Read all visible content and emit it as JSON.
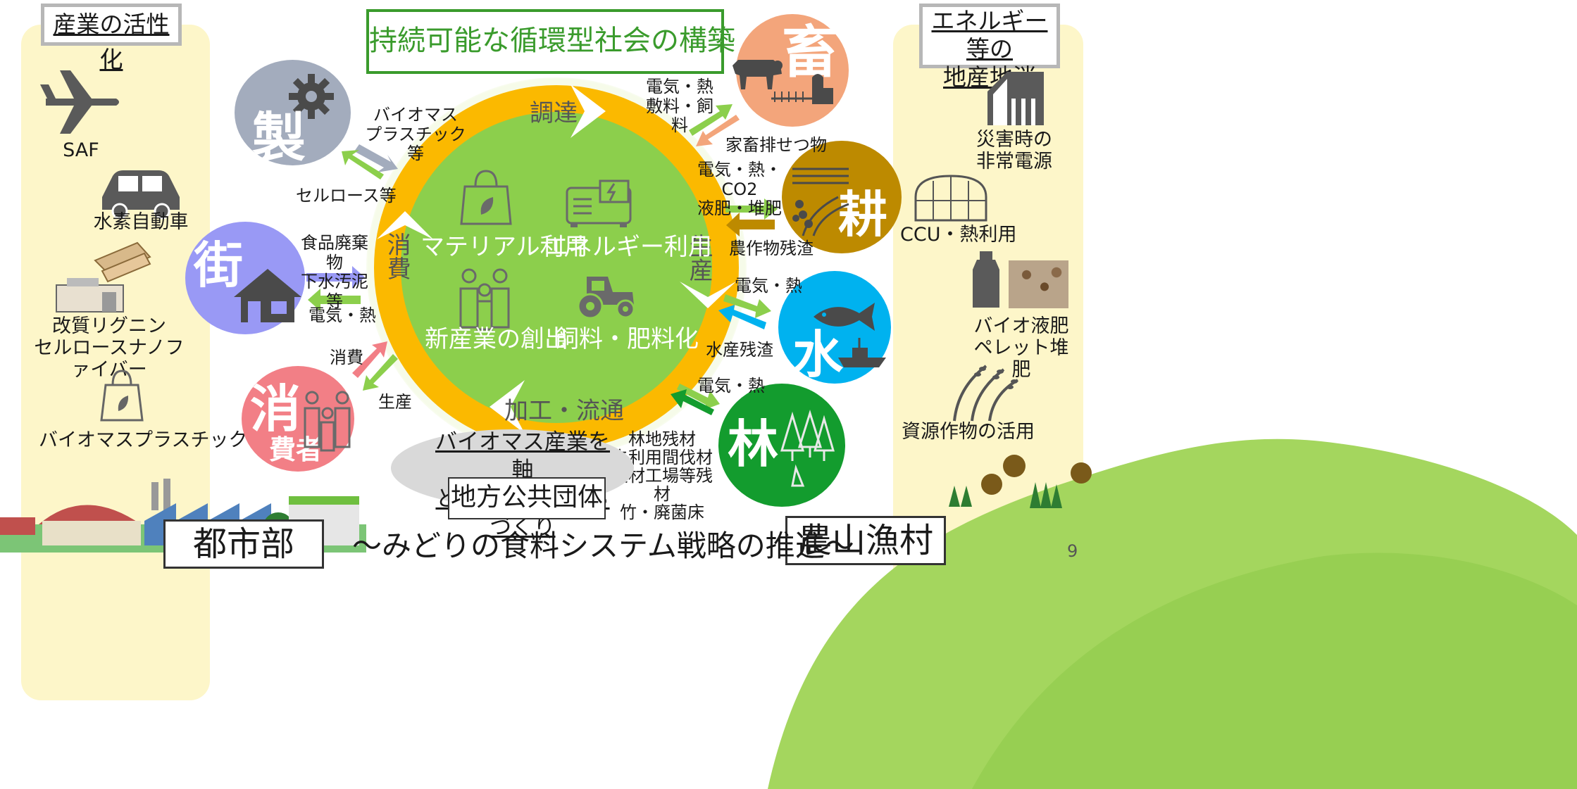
{
  "title": "持続可能な循環型社会の構築",
  "left_panel": {
    "heading": "産業の活性化",
    "items": [
      "SAF",
      "水素自動車",
      "改質リグニン\nセルロースナノファイバー",
      "バイオマスプラスチック"
    ]
  },
  "right_panel": {
    "heading": "エネルギー等の\n地産地消",
    "items": [
      "災害時の\n非常電源",
      "CCU・熱利用",
      "バイオ液肥\nペレット堆肥",
      "資源作物の活用"
    ]
  },
  "nodes": {
    "sei": {
      "kanji": "製",
      "color": "#a3acbd"
    },
    "gai": {
      "kanji": "街",
      "color": "#9999f5"
    },
    "sho": {
      "kanji": "消",
      "sub": "費者",
      "color": "#f27f86"
    },
    "chiku": {
      "kanji": "畜",
      "color": "#f3a57b"
    },
    "kou": {
      "kanji": "耕",
      "color": "#bd8a00"
    },
    "sui": {
      "kanji": "水",
      "color": "#00b2ef"
    },
    "rin": {
      "kanji": "林",
      "color": "#139c2e"
    }
  },
  "cycle": {
    "stages": [
      "調達",
      "生産",
      "加工・流通",
      "消費"
    ],
    "inner": [
      "マテリアル利用",
      "エネルギー利用",
      "新産業の創出",
      "飼料・肥料化"
    ]
  },
  "flows": {
    "sei_in": "バイオマス\nプラスチック等",
    "sei_out": "セルロース等",
    "gai_in": "食品廃棄物\n下水汚泥等",
    "gai_out": "電気・熱",
    "sho_in": "消費",
    "sho_out": "生産",
    "chiku_out": "電気・熱\n敷料・飼料",
    "chiku_in": "家畜排せつ物",
    "kou_out": "電気・熱・CO2\n液肥・堆肥",
    "kou_in": "農作物残渣",
    "sui_out": "電気・熱",
    "sui_in": "水産残渣",
    "rin_out": "電気・熱",
    "rin_in": "林地残材\n未利用間伐材\n製材工場等残材\n竹・廃菌床"
  },
  "center_bottom": {
    "axis": "バイオマス産業を軸\nとしたまち・むらづくり",
    "gov": "地方公共団体"
  },
  "labels": {
    "city": "都市部",
    "rural": "農山漁村"
  },
  "footer": "～みどりの食料システム戦略の推進～",
  "page_number": "9",
  "colors": {
    "title_green": "#3a9b2c",
    "cycle_orange": "#fbb900",
    "inner_green": "#8ccf4c",
    "panel_yellow": "#fdf6c9"
  }
}
